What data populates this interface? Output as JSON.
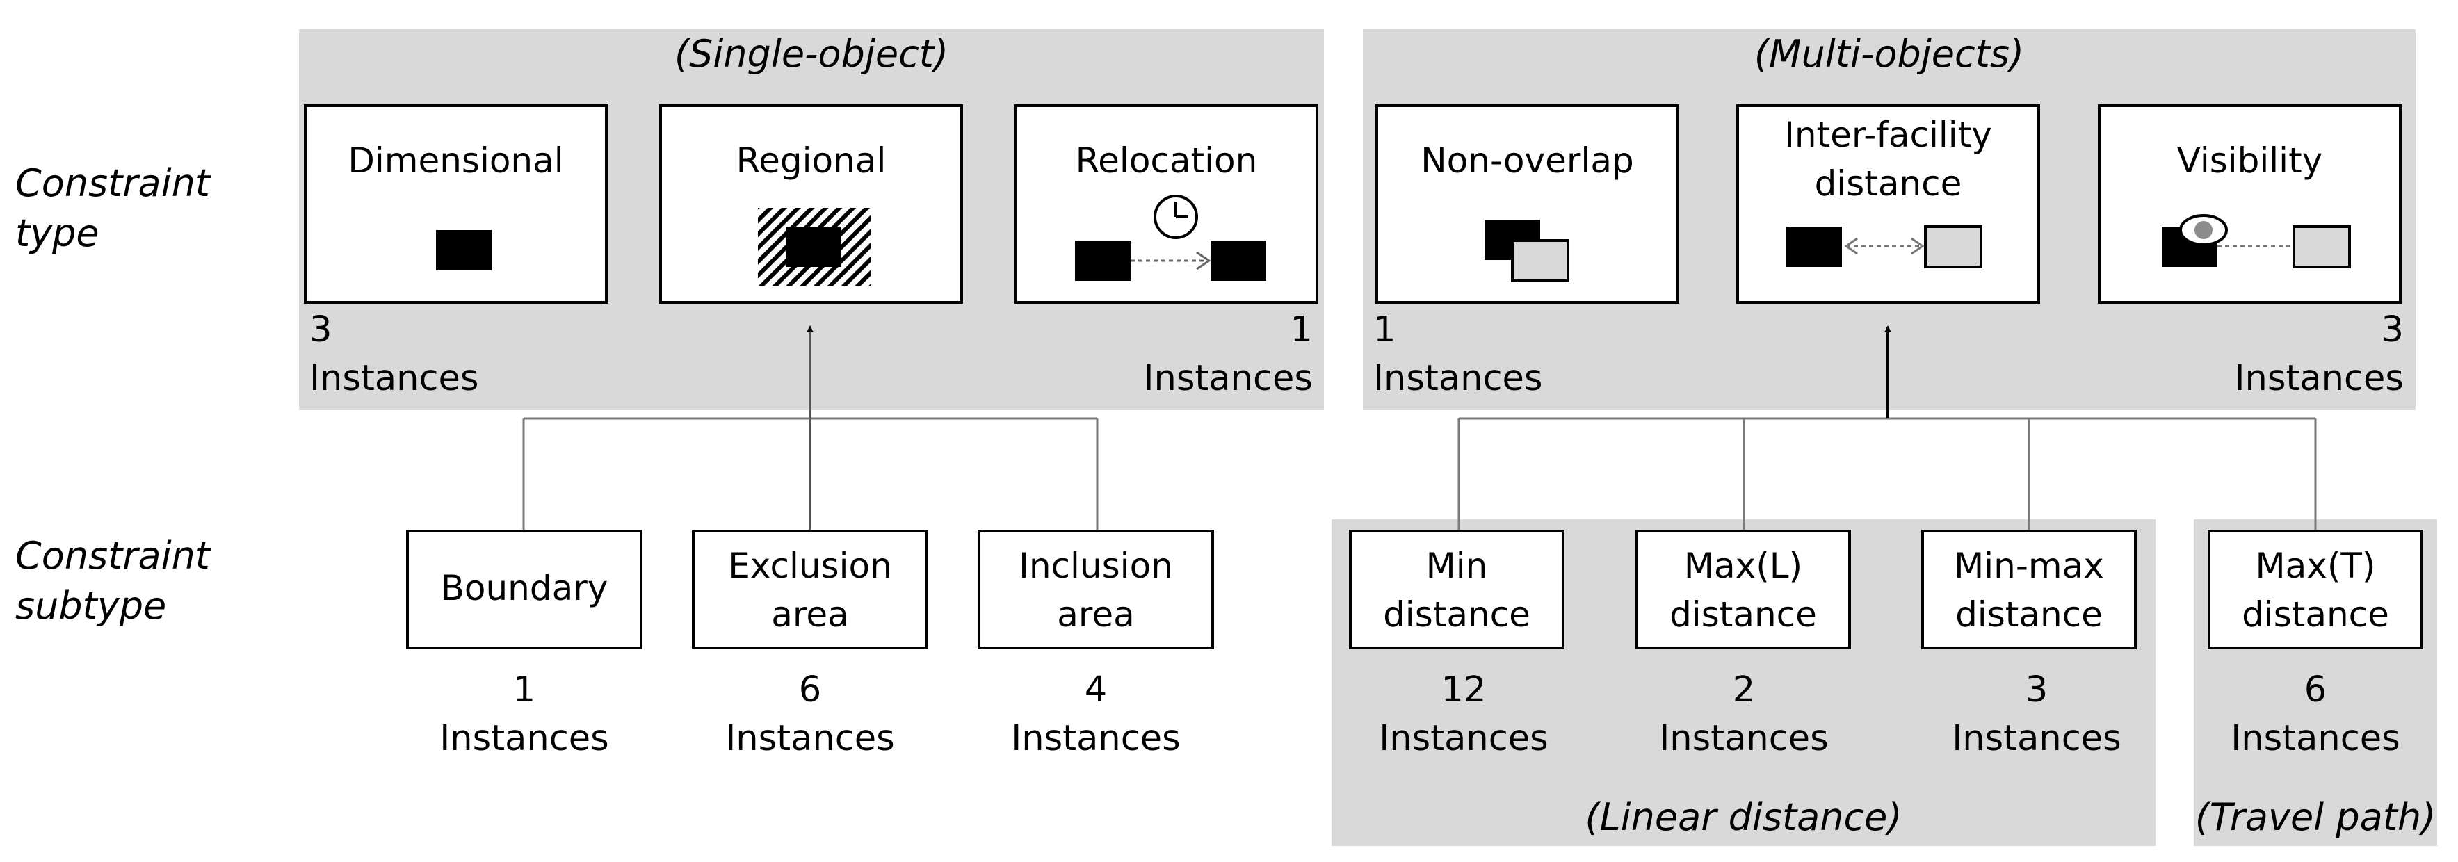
{
  "colors": {
    "panel": "#d9d9d9",
    "box_border": "#000000",
    "connector": "#7a7a7a",
    "light_rect": "#d9d9d9",
    "dark_rect": "#000000"
  },
  "row_labels": {
    "type": "Constraint\ntype",
    "subtype": "Constraint\nsubtype"
  },
  "groups": {
    "single": "(Single-object)",
    "multi": "(Multi-objects)",
    "linear": "(Linear distance)",
    "travel": "(Travel path)"
  },
  "types": [
    {
      "label": "Dimensional",
      "icon": "black-square-icon",
      "count": "3\nInstances"
    },
    {
      "label": "Regional",
      "icon": "hatched-region-icon",
      "count": ""
    },
    {
      "label": "Relocation",
      "icon": "relocation-clock-icon",
      "count": "1\nInstances"
    },
    {
      "label": "Non-overlap",
      "icon": "overlapping-squares-icon",
      "count": "1\nInstances"
    },
    {
      "label": "Inter-facility\ndistance",
      "icon": "bidirectional-distance-icon",
      "count": ""
    },
    {
      "label": "Visibility",
      "icon": "eye-visibility-icon",
      "count": "3\nInstances"
    }
  ],
  "subtypes": [
    {
      "label": "Boundary",
      "count": "1\nInstances"
    },
    {
      "label": "Exclusion\narea",
      "count": "6\nInstances"
    },
    {
      "label": "Inclusion\narea",
      "count": "4\nInstances"
    },
    {
      "label": "Min\ndistance",
      "count": "12\nInstances"
    },
    {
      "label": "Max(L)\ndistance",
      "count": "2\nInstances"
    },
    {
      "label": "Min-max\ndistance",
      "count": "3\nInstances"
    },
    {
      "label": "Max(T)\ndistance",
      "count": "6\nInstances"
    }
  ]
}
